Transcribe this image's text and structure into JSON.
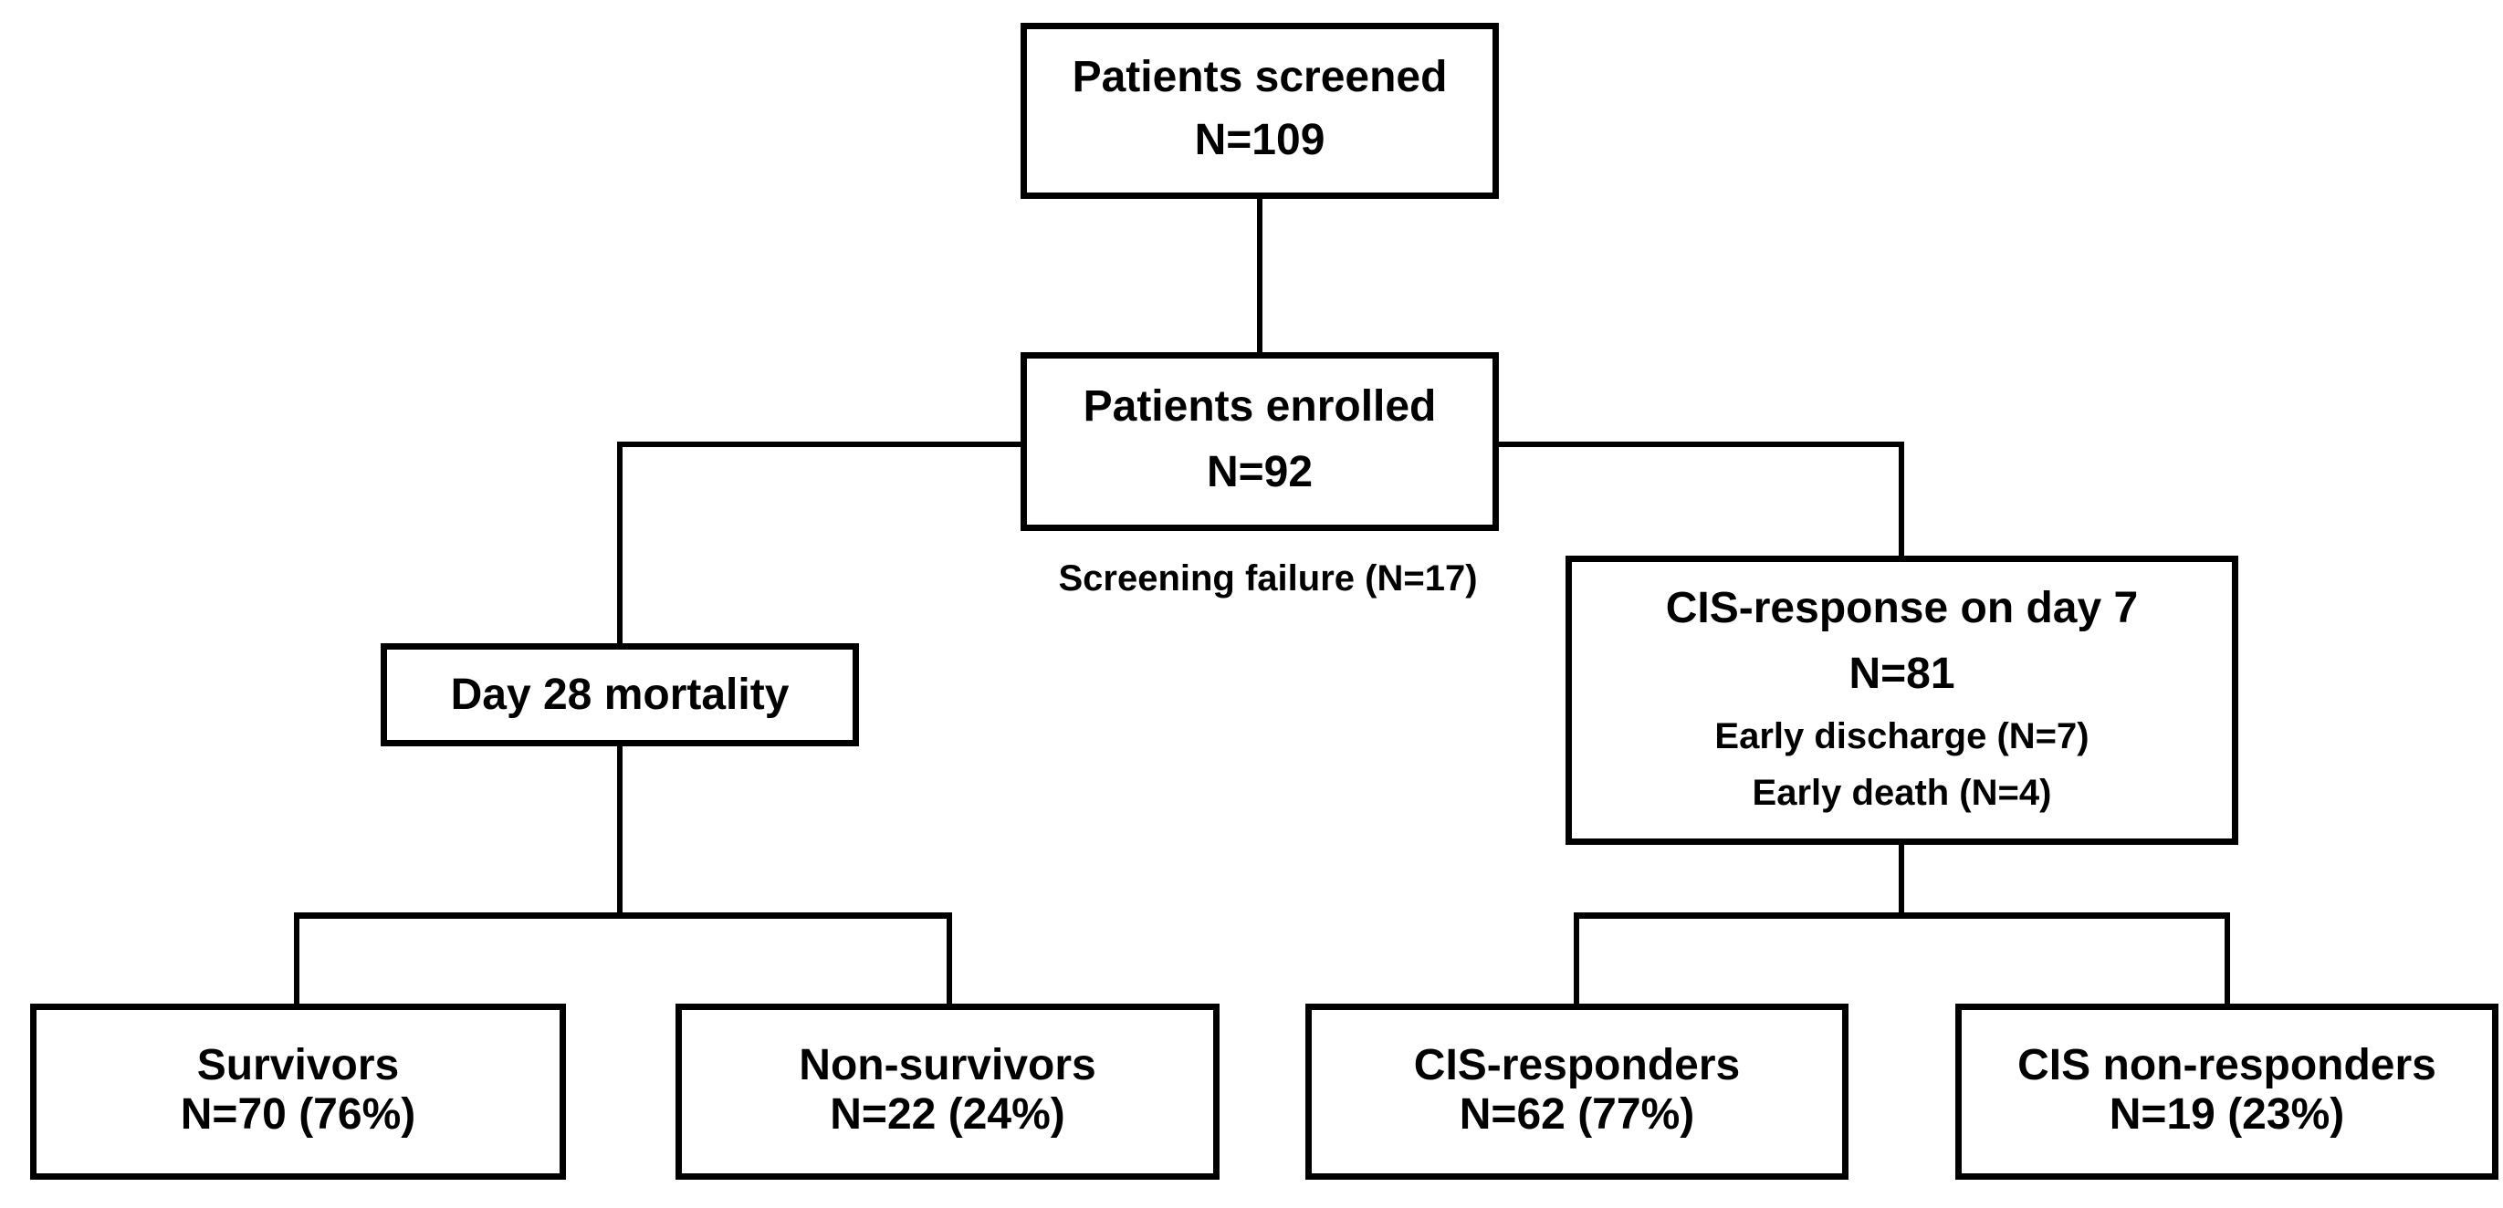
{
  "figure": {
    "background": "#ffffff",
    "ink": "#000000",
    "boxes": {
      "screened": {
        "title": "Patients screened",
        "count": "N=109"
      },
      "enrolled": {
        "title": "Patients enrolled",
        "count": "N=92"
      },
      "day28_mortality": {
        "title": "Day 28 mortality"
      },
      "cis_response": {
        "title": "CIS-response on day 7",
        "count": "N=81",
        "note1": "Early discharge (N=7)",
        "note2": "Early death (N=4)"
      },
      "survivors": {
        "title": "Survivors",
        "count": "N=70 (76%)"
      },
      "non_survivors": {
        "title": "Non-survivors",
        "count": "N=22 (24%)"
      },
      "cis_responders": {
        "title": "CIS-responders",
        "count": "N=62 (77%)"
      },
      "cis_non_responders": {
        "title": "CIS non-responders",
        "count": "N=19 (23%)"
      }
    },
    "annotations": {
      "screening_failure": "Screening failure (N=17)"
    }
  }
}
